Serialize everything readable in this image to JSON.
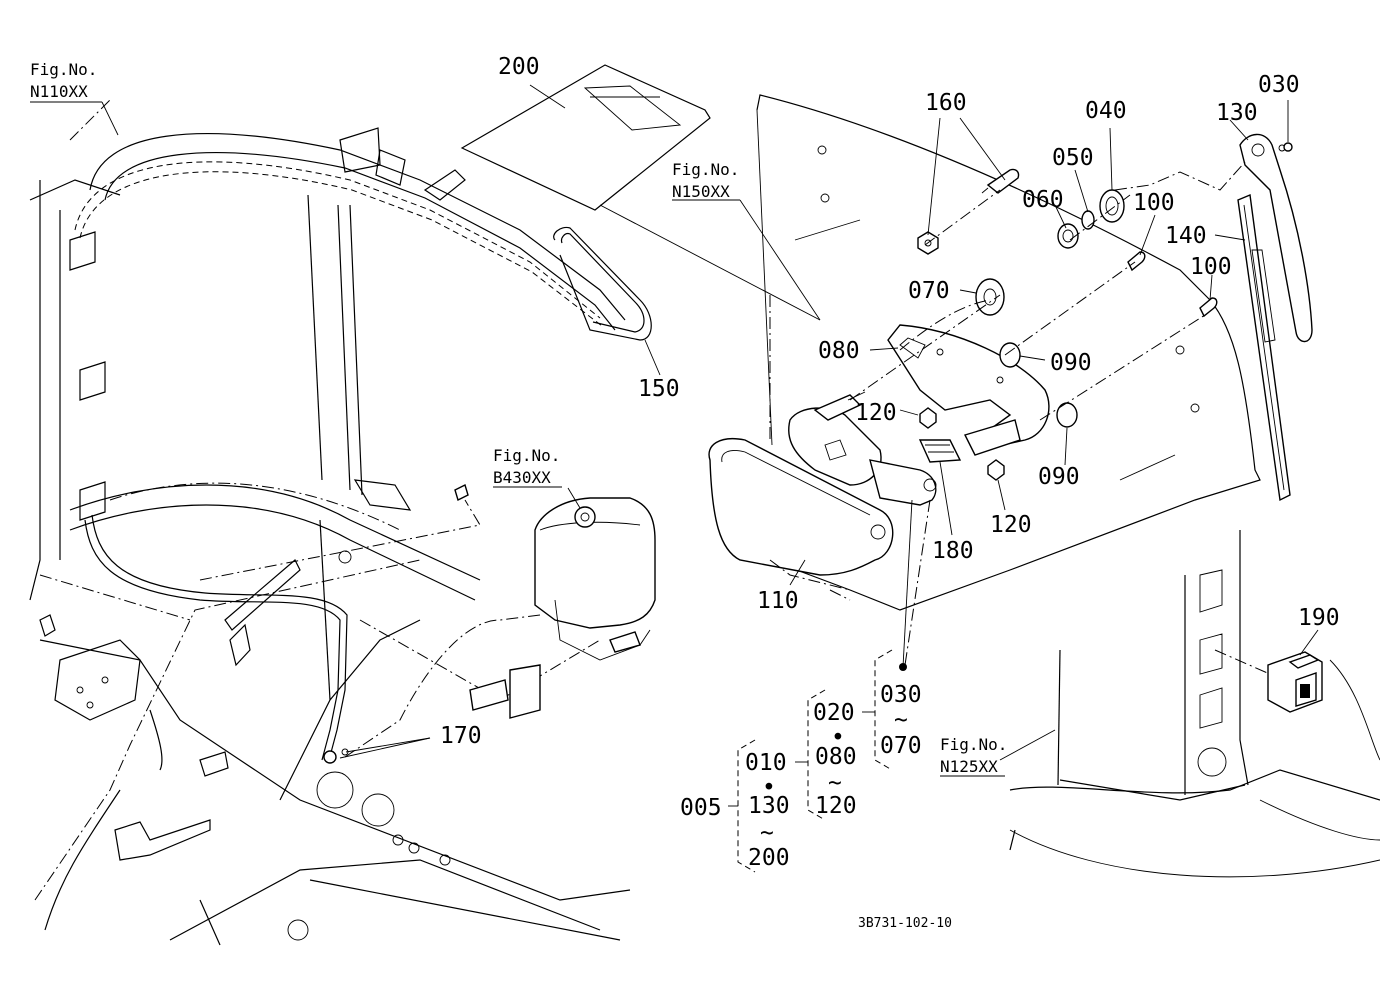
{
  "refs": {
    "n110": {
      "line1": "Fig.No.",
      "line2": "N110XX"
    },
    "n150": {
      "line1": "Fig.No.",
      "line2": "N150XX"
    },
    "b430": {
      "line1": "Fig.No.",
      "line2": "B430XX"
    },
    "n125": {
      "line1": "Fig.No.",
      "line2": "N125XX"
    }
  },
  "parts": {
    "p200": "200",
    "p150": "150",
    "p170": "170",
    "p160": "160",
    "p040": "040",
    "p050": "050",
    "p060": "060",
    "p070": "070",
    "p080": "080",
    "p090a": "090",
    "p090b": "090",
    "p100a": "100",
    "p100b": "100",
    "p120a": "120",
    "p120b": "120",
    "p130": "130",
    "p140": "140",
    "p030": "030",
    "p110": "110",
    "p180": "180",
    "p190": "190"
  },
  "ranges": {
    "r030": {
      "from": "030",
      "tilde": "~",
      "to": "070"
    },
    "r020": {
      "from": "020",
      "dot": "•",
      "mid": "080",
      "tilde": "~",
      "to": "120"
    },
    "r010": {
      "from": "010",
      "dot": "•",
      "mid": "130",
      "tilde": "~",
      "to": "200"
    },
    "root": "005"
  },
  "footer": {
    "code": "3B731-102-10"
  }
}
